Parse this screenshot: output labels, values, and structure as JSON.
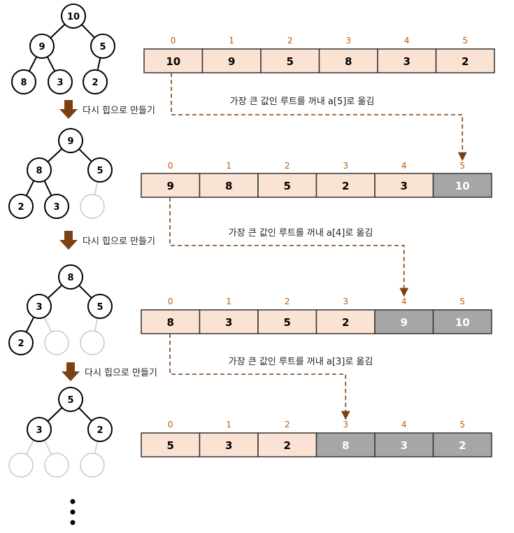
{
  "colors": {
    "cell_active": "#fbe3d4",
    "cell_sorted": "#a6a6a6",
    "cell_border": "#333333",
    "index_text": "#b65c12",
    "arrow": "#7b4013",
    "empty_node": "#c8c8c8"
  },
  "stages": [
    {
      "tree": {
        "nodes": [
          "10",
          "9",
          "5",
          "8",
          "3",
          "2",
          "",
          ""
        ]
      },
      "array": [
        "10",
        "9",
        "5",
        "8",
        "3",
        "2"
      ],
      "sorted_count": 0
    },
    {
      "tree": {
        "nodes": [
          "9",
          "8",
          "5",
          "2",
          "3",
          "",
          "",
          ""
        ]
      },
      "array": [
        "9",
        "8",
        "5",
        "2",
        "3",
        "10"
      ],
      "sorted_count": 1
    },
    {
      "tree": {
        "nodes": [
          "8",
          "3",
          "5",
          "2",
          "",
          "",
          "",
          ""
        ]
      },
      "array": [
        "8",
        "3",
        "5",
        "2",
        "9",
        "10"
      ],
      "sorted_count": 2
    },
    {
      "tree": {
        "nodes": [
          "5",
          "3",
          "2",
          "",
          "",
          "",
          "",
          ""
        ]
      },
      "array": [
        "5",
        "3",
        "2",
        "8",
        "3",
        "2"
      ],
      "sorted_count": 3
    }
  ],
  "indices": [
    "0",
    "1",
    "2",
    "3",
    "4",
    "5"
  ],
  "steps": [
    {
      "remake_label": "다시 힙으로 만들기",
      "move_label": "가장 큰 값인 루트를 꺼내 a[5]로 옮김",
      "target": 5
    },
    {
      "remake_label": "다시 힙으로 만들기",
      "move_label": "가장 큰 값인 루트를 꺼내 a[4]로 옮김",
      "target": 4
    },
    {
      "remake_label": "다시 힙으로 만들기",
      "move_label": "가장 큰 값인 루트를 꺼내 a[3]로 옮김",
      "target": 3
    }
  ],
  "continuation_icon": "vertical-ellipsis-icon"
}
